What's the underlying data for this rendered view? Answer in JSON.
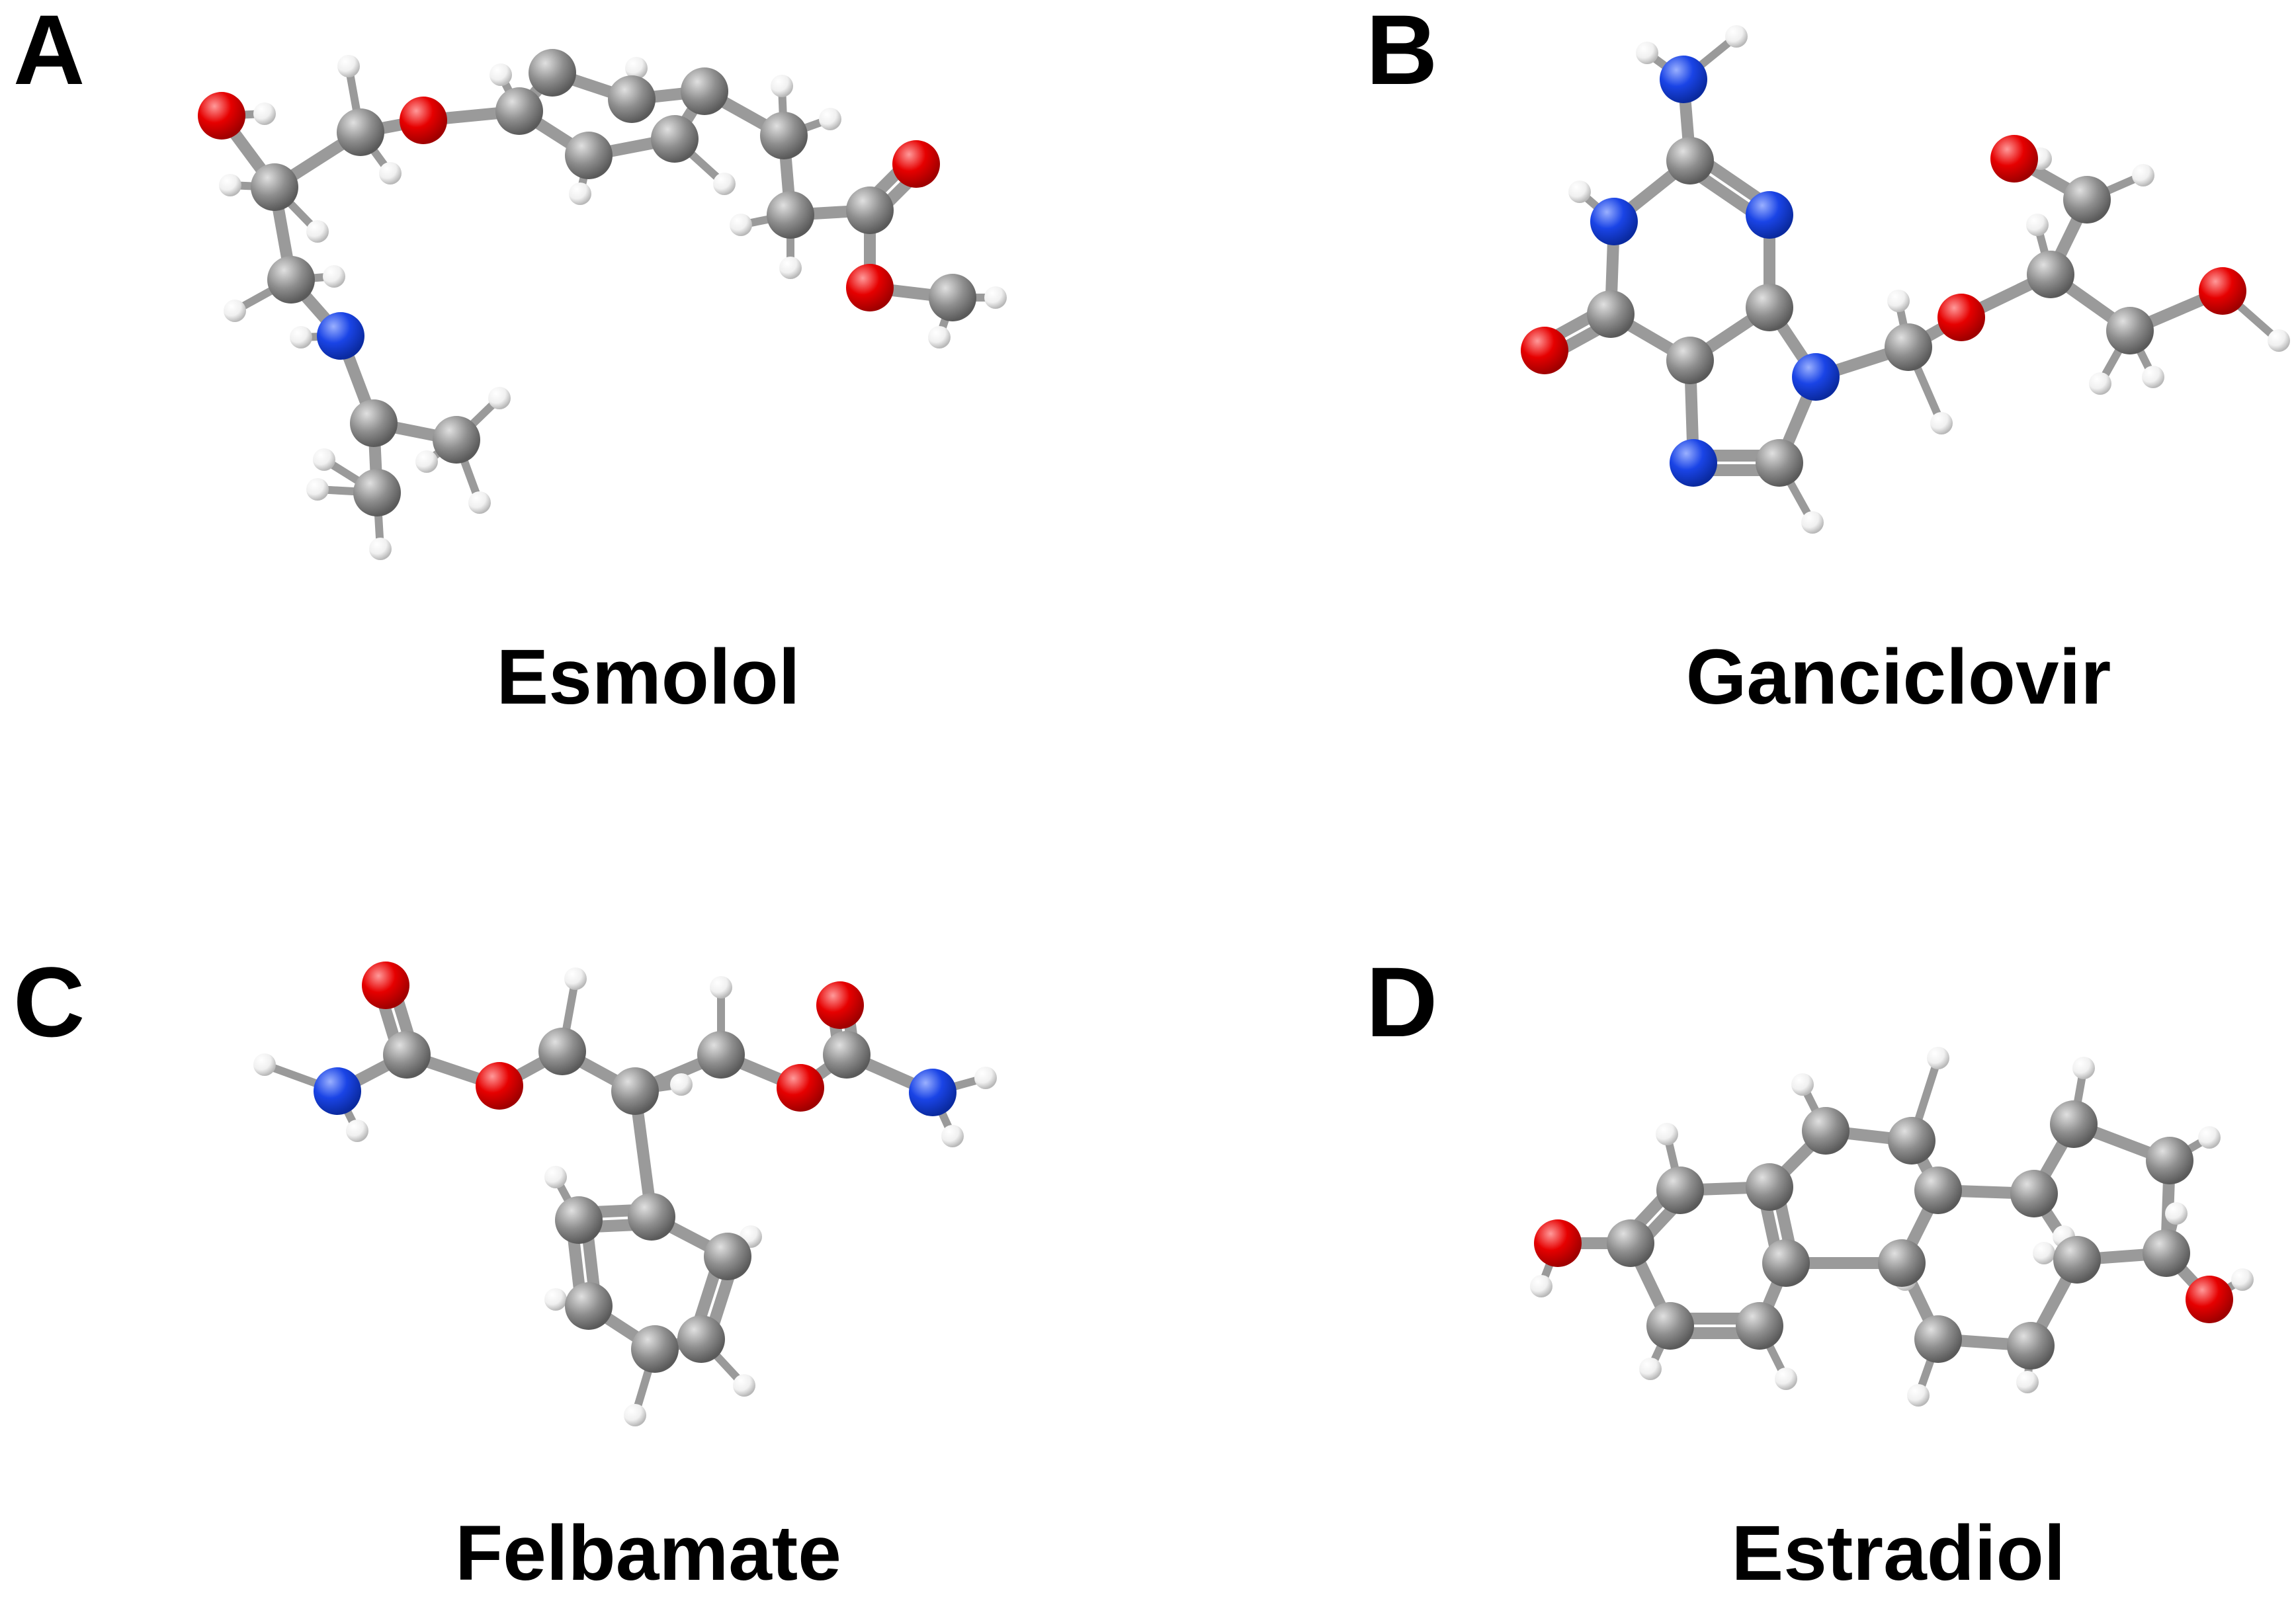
{
  "colors": {
    "carbon": "#8a8a8a",
    "oxygen": "#e8000b",
    "nitrogen": "#1f48e0",
    "hydrogen": "#f2f2f2",
    "bond": "#9a9a9a"
  },
  "panels": [
    {
      "letter": "A",
      "name": "Esmolol"
    },
    {
      "letter": "B",
      "name": "Ganciclovir"
    },
    {
      "letter": "C",
      "name": "Felbamate"
    },
    {
      "letter": "D",
      "name": "Estradiol"
    }
  ]
}
